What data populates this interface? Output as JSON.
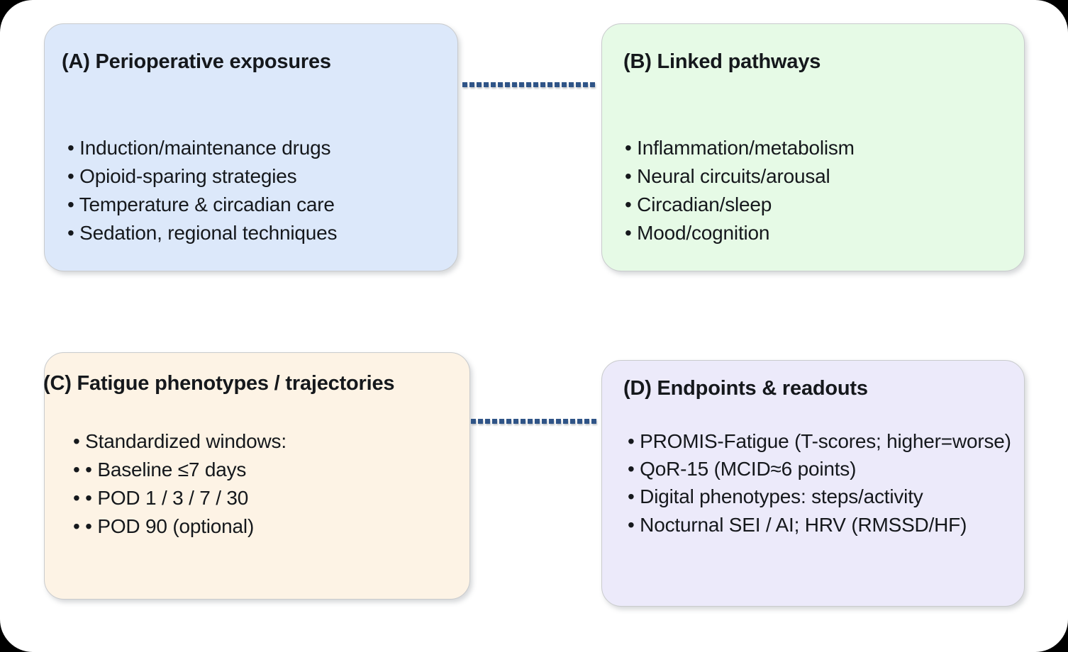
{
  "figure": {
    "background_color": "#ffffff",
    "outer_color": "#000000"
  },
  "panels": [
    {
      "id": "A",
      "key": "perioperative-exposures",
      "title": "(A) Perioperative exposures",
      "fill_color": "#dce8fa",
      "border_color": "#c9cbcd",
      "items": [
        "• Induction/maintenance drugs",
        "• Opioid-sparing strategies",
        "• Temperature & circadian care",
        "• Sedation, regional techniques"
      ]
    },
    {
      "id": "B",
      "key": "linked-pathways",
      "title": "(B) Linked pathways",
      "fill_color": "#e6fae6",
      "border_color": "#c9cbcd",
      "items": [
        "• Inflammation/metabolism",
        "• Neural circuits/arousal",
        "• Circadian/sleep",
        "• Mood/cognition"
      ]
    },
    {
      "id": "C",
      "key": "fatigue-phenotypes-trajectories",
      "title": "(C) Fatigue phenotypes / trajectories",
      "fill_color": "#fdf3e5",
      "border_color": "#c9cbcd",
      "items": [
        "• Standardized windows:",
        "• • Baseline ≤7 days",
        "• • POD 1 / 3 / 7 / 30",
        "• • POD 90 (optional)"
      ]
    },
    {
      "id": "D",
      "key": "endpoints-readouts",
      "title": "(D) Endpoints & readouts",
      "fill_color": "#eceafa",
      "border_color": "#c9cbcd",
      "items": [
        "• PROMIS-Fatigue (T-scores; higher=worse)",
        "• QoR-15 (MCID≈6 points)",
        "• Digital phenotypes: steps/activity",
        "• Nocturnal SEI / AI; HRV (RMSSD/HF)"
      ]
    }
  ],
  "connectors": [
    {
      "key": "connector-a-b",
      "from": "A",
      "to": "B",
      "style": "dotted",
      "color": "#2f5487",
      "dot_count": 19
    },
    {
      "key": "connector-c-d",
      "from": "C",
      "to": "D",
      "style": "dotted",
      "color": "#2f5487",
      "dot_count": 18
    }
  ]
}
